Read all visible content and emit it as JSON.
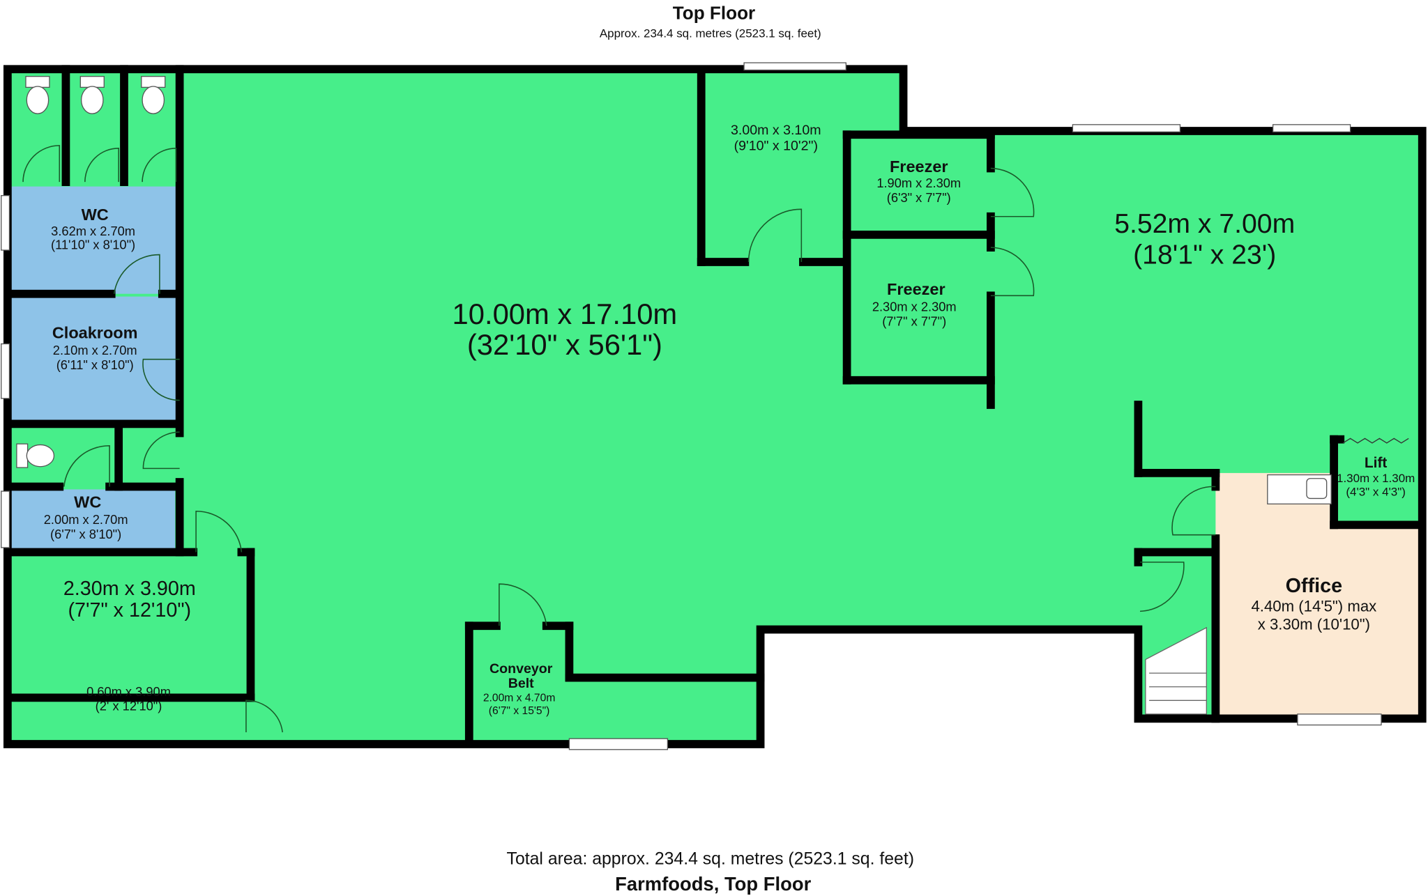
{
  "header": {
    "title": "Top Floor",
    "subtitle": "Approx. 234.4 sq. metres (2523.1 sq. feet)"
  },
  "footer": {
    "total_area": "Total area: approx. 234.4 sq. metres (2523.1 sq. feet)",
    "caption": "Farmfoods, Top Floor"
  },
  "colors": {
    "main_area": "#47EE8A",
    "wc_rooms": "#8EC3E8",
    "office": "#FCE9D3",
    "walls": "#000000"
  },
  "rooms": {
    "main": {
      "dims": "10.00m x 17.10m",
      "imperial": "(32'10\" x 56'1\")"
    },
    "wc1": {
      "name": "WC",
      "dims": "3.62m x 2.70m",
      "imperial": "(11'10\" x 8'10\")"
    },
    "cloakroom": {
      "name": "Cloakroom",
      "dims": "2.10m x 2.70m",
      "imperial": "(6'11\" x 8'10\")"
    },
    "wc2": {
      "name": "WC",
      "dims": "2.00m x 2.70m",
      "imperial": "(6'7\" x 8'10\")"
    },
    "store_left": {
      "dims": "2.30m x 3.90m",
      "imperial": "(7'7\" x 12'10\")"
    },
    "strip": {
      "dims": "0.60m x 3.90m",
      "imperial": "(2' x 12'10\")"
    },
    "small_room": {
      "dims": "3.00m x 3.10m",
      "imperial": "(9'10\" x 10'2\")"
    },
    "freezer1": {
      "name": "Freezer",
      "dims": "1.90m x 2.30m",
      "imperial": "(6'3\" x 7'7\")"
    },
    "freezer2": {
      "name": "Freezer",
      "dims": "2.30m x 2.30m",
      "imperial": "(7'7\" x 7'7\")"
    },
    "right_room": {
      "dims": "5.52m x 7.00m",
      "imperial": "(18'1\" x 23')"
    },
    "lift": {
      "name": "Lift",
      "dims": "1.30m x 1.30m",
      "imperial": "(4'3\" x 4'3\")"
    },
    "office": {
      "name": "Office",
      "dims": "4.40m (14'5\") max",
      "imperial": "x 3.30m (10'10\")"
    },
    "conveyor": {
      "name_line1": "Conveyor",
      "name_line2": "Belt",
      "dims": "2.00m x 4.70m",
      "imperial": "(6'7\" x 15'5\")"
    }
  }
}
